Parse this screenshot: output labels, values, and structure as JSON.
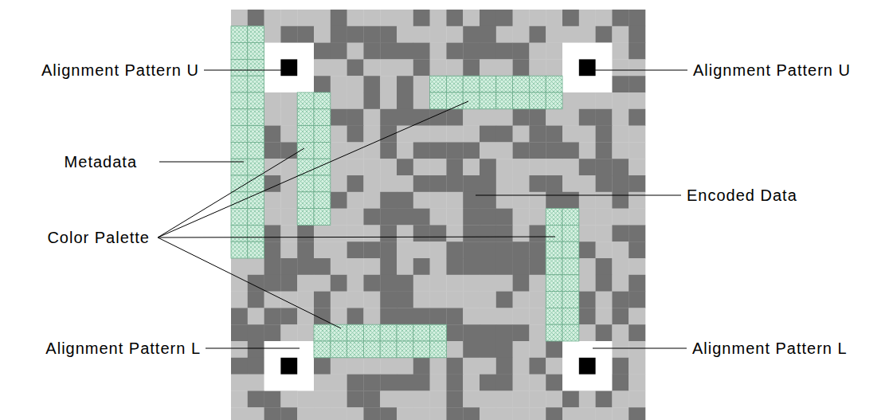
{
  "diagram": {
    "labels": [
      "Alignment Pattern U",
      "Alignment Pattern U",
      "Metadata",
      "Encoded Data",
      "Color Palette",
      "Alignment Pattern L",
      "Alignment Pattern L"
    ]
  }
}
